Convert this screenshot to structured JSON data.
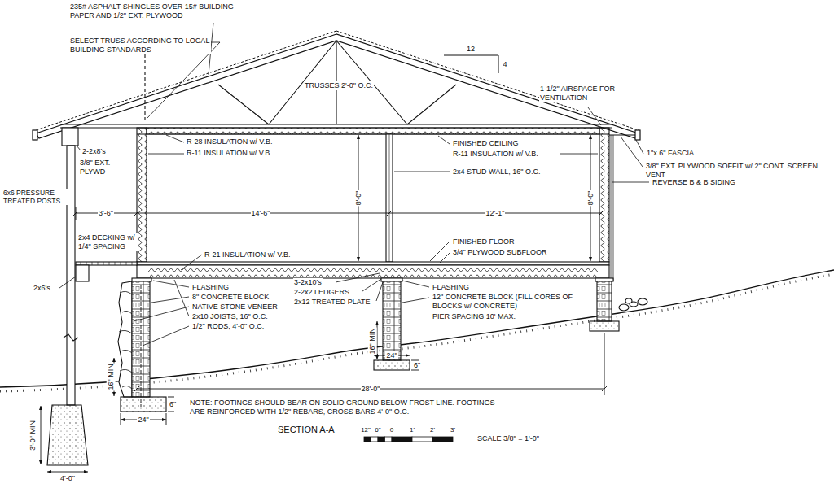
{
  "diagram": {
    "title": "SECTION A-A",
    "labels": [
      "235# ASPHALT SHINGLES OVER 15# BUILDING PAPER AND 1/2\" EXT. PLYWOOD",
      "SELECT TRUSS ACCORDING TO LOCAL BUILDING STANDARDS",
      "12",
      "4",
      "TRUSSES 2'-0\" O.C.",
      "1-1/2\" AIRSPACE FOR VENTILATION",
      "FINISHED CEILING",
      "R-11 INSULATION w/ V.B.",
      "R-28 INSULATION w/ V.B.",
      "R-11 INSULATION w/ V.B.",
      "2-2x8's",
      "3/8\" EXT. PLYWD",
      "1\"x 6\" FASCIA",
      "3/8\" EXT. PLYWOOD SOFFIT w/ 2\" CONT. SCREEN VENT",
      "2x4 STUD WALL, 16\" O.C.",
      "REVERSE B & B SIDING",
      "6x6 PRESSURE TREATED POSTS",
      "3'-6\"",
      "14'-6\"",
      "8'-0\"",
      "12'-1\"",
      "8'-0\"",
      "2x4 DECKING w/ 1/4\" SPACING",
      "R-21 INSULATION w/ V.B.",
      "FINISHED FLOOR",
      "3/4\" PLYWOOD SUBFLOOR",
      "2x6's",
      "FLASHING",
      "8\" CONCRETE BLOCK",
      "NATIVE STONE VENEER",
      "2x10 JOISTS, 16\" O.C.",
      "1/2\" RODS, 4'-0\" O.C.",
      "3-2x10's",
      "2-2x2 LEDGERS",
      "2x12 TREATED PLATE",
      "FLASHING",
      "12\" CONCRETE BLOCK (FILL CORES OF BLOCKS w/ CONCRETE)",
      "PIER SPACING 10' MAX.",
      "16\" MIN",
      "24\"",
      "6\"",
      "16\" MIN",
      "24\"",
      "6\"",
      "3'-0\" MIN",
      "4'-0\"",
      "28'-0\"",
      "NOTE: FOOTINGS SHOULD BEAR ON SOLID GROUND BELOW FROST LINE. FOOTINGS ARE REINFORCED WITH 1/2\" REBARS, CROSS BARS 4'-0\" O.C.",
      "12\"",
      "6\"",
      "0",
      "1'",
      "2'",
      "3'",
      "SCALE 3/8\" = 1'-0\""
    ]
  }
}
